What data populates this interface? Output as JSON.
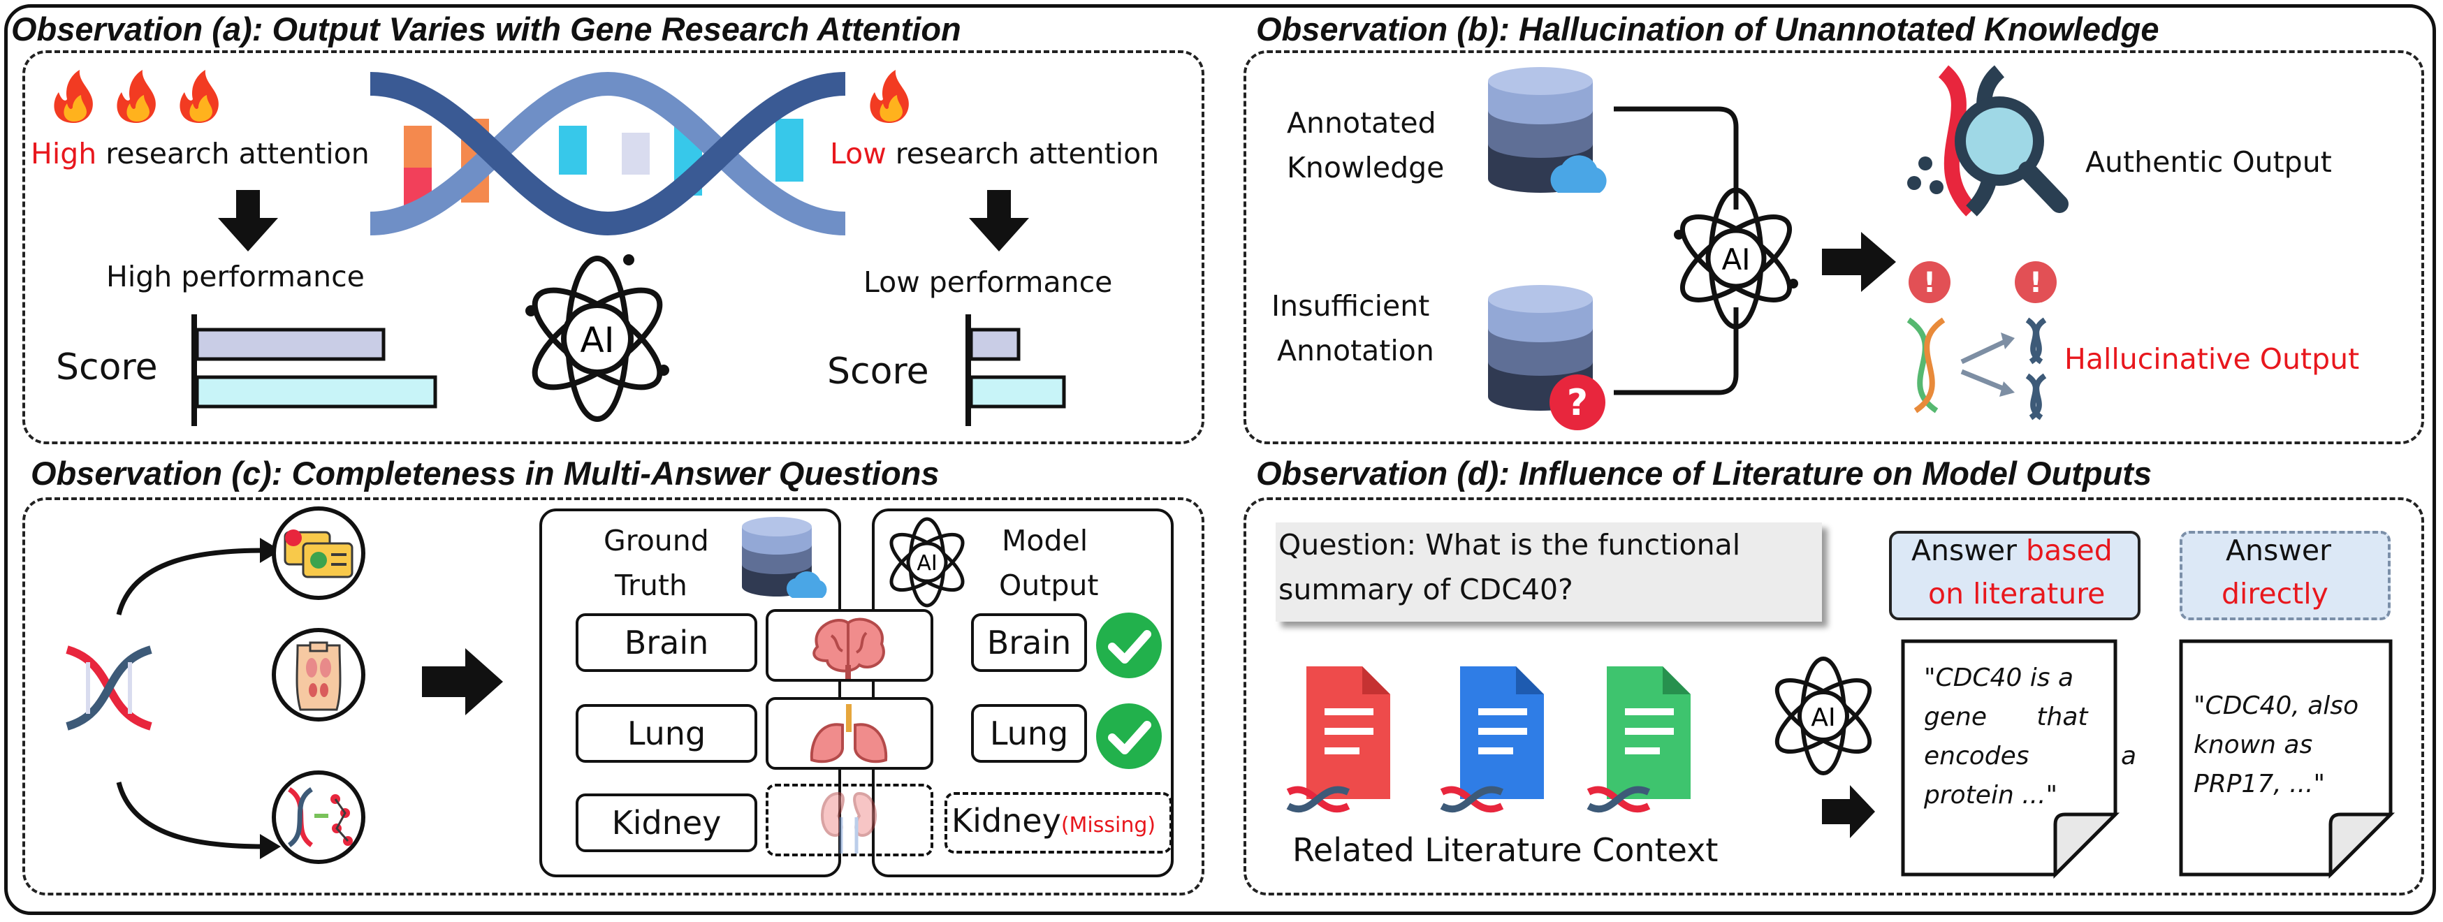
{
  "panel_a": {
    "title": "Observation (a): Output Varies with Gene Research Attention",
    "high_word": "High",
    "high_rest": " research attention",
    "low_word": "Low",
    "low_rest": " research attention",
    "high_perf": "High performance",
    "low_perf": "Low performance",
    "score_left": "Score",
    "score_right": "Score",
    "ai_label": "AI",
    "bars_high": [
      0.43,
      0.55
    ],
    "bars_low": [
      0.4,
      0.78
    ]
  },
  "panel_b": {
    "title": "Observation (b): Hallucination of Unannotated Knowledge",
    "annotated_1": "Annotated",
    "annotated_2": "Knowledge",
    "insufficient_1": "Insufficient",
    "insufficient_2": "Annotation",
    "ai_label": "AI",
    "authentic": "Authentic Output",
    "hallucinative": "Hallucinative Output",
    "alert_mark": "!",
    "question_mark": "?"
  },
  "panel_c": {
    "title": "Observation (c): Completeness in Multi-Answer Questions",
    "gt_1": "Ground",
    "gt_2": "Truth",
    "mo_1": "Model",
    "mo_2": "Output",
    "ai_label": "AI",
    "gt_items": [
      "Brain",
      "Lung",
      "Kidney"
    ],
    "mo_items": [
      "Brain",
      "Lung"
    ],
    "missing_item": "Kidney",
    "missing_tag": "(Missing)"
  },
  "panel_d": {
    "title": "Observation (d): Influence of Literature on Model Outputs",
    "question_1": "Question: What is the functional",
    "question_2": "summary of CDC40?",
    "lit_label": "Related Literature Context",
    "ai_label": "AI",
    "answer_lit_1a": "Answer ",
    "answer_lit_1b": "based",
    "answer_lit_2": "on literature",
    "answer_dir_1": "Answer",
    "answer_dir_2": "directly",
    "doc1": [
      "\"CDC40 is a",
      "gene that",
      "encodes a",
      "protein ...\""
    ],
    "doc2": [
      "\"CDC40, also",
      "known as",
      "PRP17, ...\""
    ]
  },
  "colors": {
    "red": "#e8171d",
    "bar_purple": "#c9cde6",
    "bar_cyan": "#c8f4f8",
    "green_check": "#22b14c",
    "db_top": "#93a8d6",
    "db_mid": "#5f6f96",
    "db_bot": "#303a52"
  }
}
